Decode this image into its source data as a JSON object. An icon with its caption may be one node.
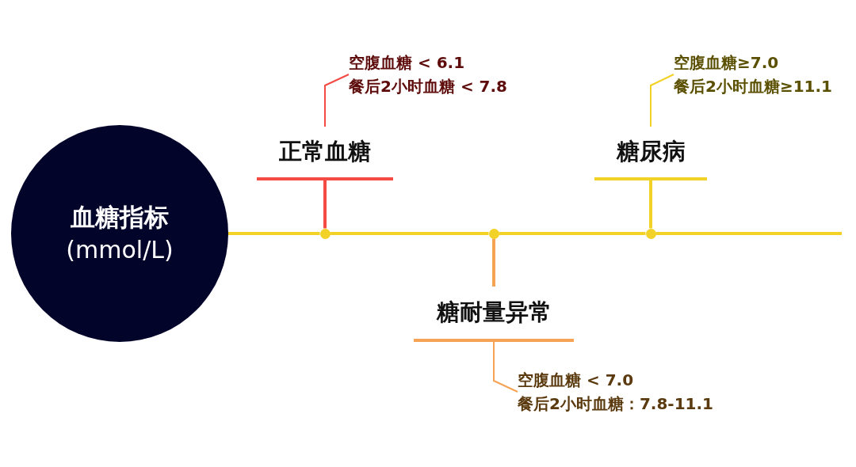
{
  "diagram": {
    "nodes": [
      {
        "text": [
          "血糖指标",
          "(mmol/L)"
        ]
      },
      {
        "text": [],
        "shape": "circle"
      },
      {
        "text": [
          "正常血糖"
        ]
      },
      {
        "text": [
          "空腹血糖 < 6.1",
          "餐后2小时血糖 < 7.8"
        ]
      },
      {
        "text": [],
        "shape": "circle"
      },
      {
        "text": [
          "糖耐量异常"
        ]
      },
      {
        "text": [
          "空腹血糖 < 7.0",
          "餐后2小时血糖：7.8-11.1"
        ]
      },
      {
        "text": [],
        "shape": "circle"
      },
      {
        "text": [
          "糖尿病"
        ]
      },
      {
        "text": [
          "空腹血糖≥7.0",
          "餐后2小时血糖≥11.1"
        ]
      }
    ],
    "edges": [
      {
        "from": 0,
        "to": 1,
        "arrow": "none"
      },
      {
        "from": 1,
        "to": 4,
        "arrow": "none"
      },
      {
        "from": 4,
        "to": 7,
        "arrow": "none"
      },
      {
        "from": 7,
        "to": null,
        "arrow": "none"
      },
      {
        "from": 1,
        "to": 2,
        "arrow": "none",
        "color": "#f44b45"
      },
      {
        "from": 4,
        "to": 5,
        "arrow": "none",
        "color": "#f6a356"
      },
      {
        "from": 7,
        "to": 8,
        "arrow": "none"
      },
      {
        "from": 2,
        "to": 3,
        "arrow": "none",
        "color": "#f44b45"
      },
      {
        "from": 5,
        "to": 6,
        "arrow": "none",
        "color": "#f6a356"
      },
      {
        "from": 8,
        "to": 9,
        "arrow": "none"
      }
    ]
  }
}
